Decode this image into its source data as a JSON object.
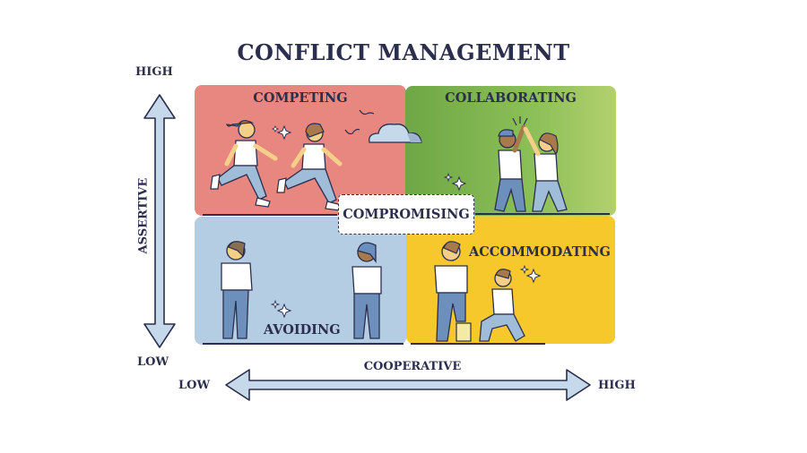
{
  "title": "CONFLICT MANAGEMENT",
  "y_axis": {
    "label": "ASSERTIVE",
    "high": "HIGH",
    "low": "LOW"
  },
  "x_axis": {
    "label": "COOPERATIVE",
    "high": "HIGH",
    "low": "LOW"
  },
  "quadrants": [
    {
      "name": "COMPETING",
      "position": "top-left",
      "color": "#e8877f",
      "assertive": "high",
      "cooperative": "low",
      "illustration": "two people running a race"
    },
    {
      "name": "COLLABORATING",
      "position": "top-right",
      "color": "#8bbf57",
      "assertive": "high",
      "cooperative": "high",
      "illustration": "two people giving a high five"
    },
    {
      "name": "AVOIDING",
      "position": "bottom-left",
      "color": "#b5cde2",
      "assertive": "low",
      "cooperative": "low",
      "illustration": "two people turned away from each other"
    },
    {
      "name": "ACCOMMODATING",
      "position": "bottom-right",
      "color": "#f7c82c",
      "assertive": "low",
      "cooperative": "high",
      "illustration": "one person standing, one person kneeling"
    }
  ],
  "center": {
    "name": "COMPROMISING"
  },
  "colors": {
    "ink": "#2b2e4d",
    "arrow_fill": "#c5d9ea"
  }
}
